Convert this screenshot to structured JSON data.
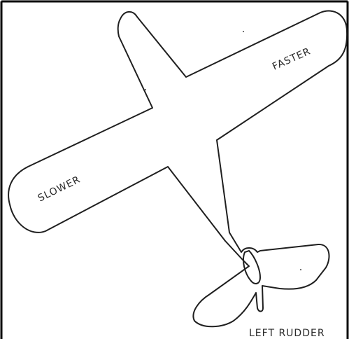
{
  "figure": {
    "labels": {
      "slower": "SLOWER",
      "faster": "FASTER",
      "left_rudder": "LEFT RUDDER"
    },
    "colors": {
      "ink": "#1f1f1f",
      "paper": "#ffffff",
      "border": "#000000"
    }
  }
}
